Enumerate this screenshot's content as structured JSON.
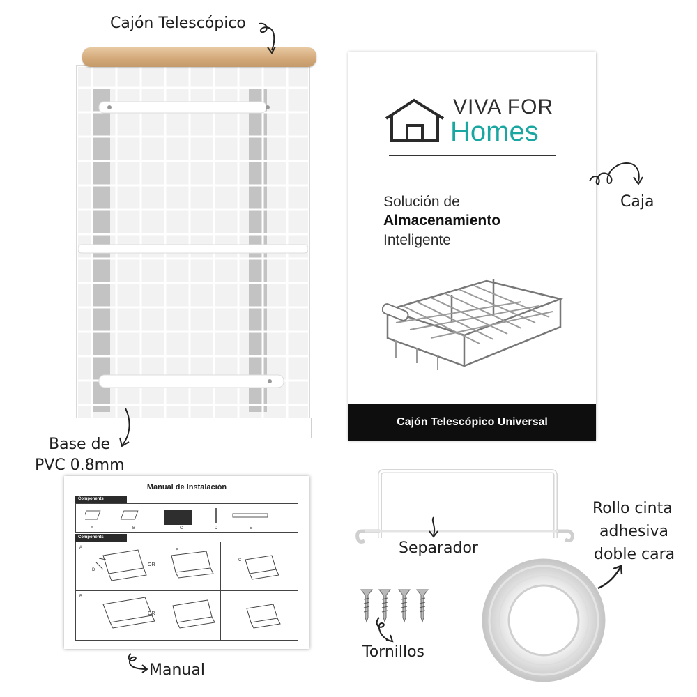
{
  "labels": {
    "drawer": "Cajón Telescópico",
    "box": "Caja",
    "base_line1": "Base de",
    "base_line2": "PVC 0.8mm",
    "manual": "Manual",
    "separator": "Separador",
    "screws": "Tornillos",
    "tape_line1": "Rollo cinta",
    "tape_line2": "adhesiva",
    "tape_line3": "doble cara"
  },
  "box": {
    "brand_line1": "VIVA FOR",
    "brand_line2": "Homes",
    "tagline_line1": "Solución de",
    "tagline_line2": "Almacenamiento",
    "tagline_line3": "Inteligente",
    "band_text": "Cajón Telescópico Universal"
  },
  "manual": {
    "title": "Manual de Instalación",
    "section1": "Components",
    "section2": "Components",
    "component_letters": [
      "A",
      "B",
      "C",
      "D",
      "E"
    ],
    "row_a": "A",
    "row_b": "B",
    "or_text": "OR",
    "step_letters": [
      "D",
      "E",
      "C"
    ]
  },
  "colors": {
    "brand_teal": "#1aa6a1",
    "band_black": "#0e0e0e",
    "wood": "#d2a878"
  }
}
